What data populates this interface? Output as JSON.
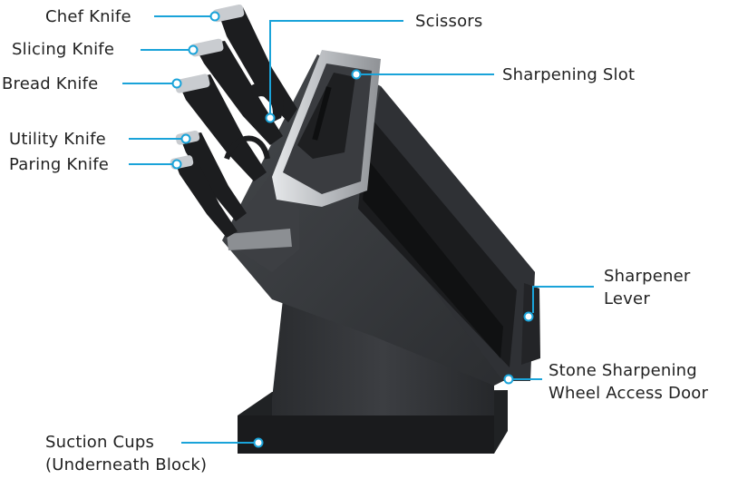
{
  "labels": {
    "chef_knife": "Chef Knife",
    "slicing_knife": "Slicing Knife",
    "bread_knife": "Bread Knife",
    "utility_knife": "Utility Knife",
    "paring_knife": "Paring Knife",
    "scissors": "Scissors",
    "sharpening_slot": "Sharpening Slot",
    "sharpener_lever_1": "Sharpener",
    "sharpener_lever_2": "Lever",
    "access_door_1": "Stone Sharpening",
    "access_door_2": "Wheel Access Door",
    "suction_cups_1": "Suction Cups",
    "suction_cups_2": "(Underneath Block)"
  },
  "colors": {
    "callout": "#1aa3d9",
    "block_dark": "#2b2d30",
    "block_mid": "#3a3c40",
    "handle": "#1c1d1f",
    "silver": "#c9ccd0",
    "text": "#222222"
  }
}
